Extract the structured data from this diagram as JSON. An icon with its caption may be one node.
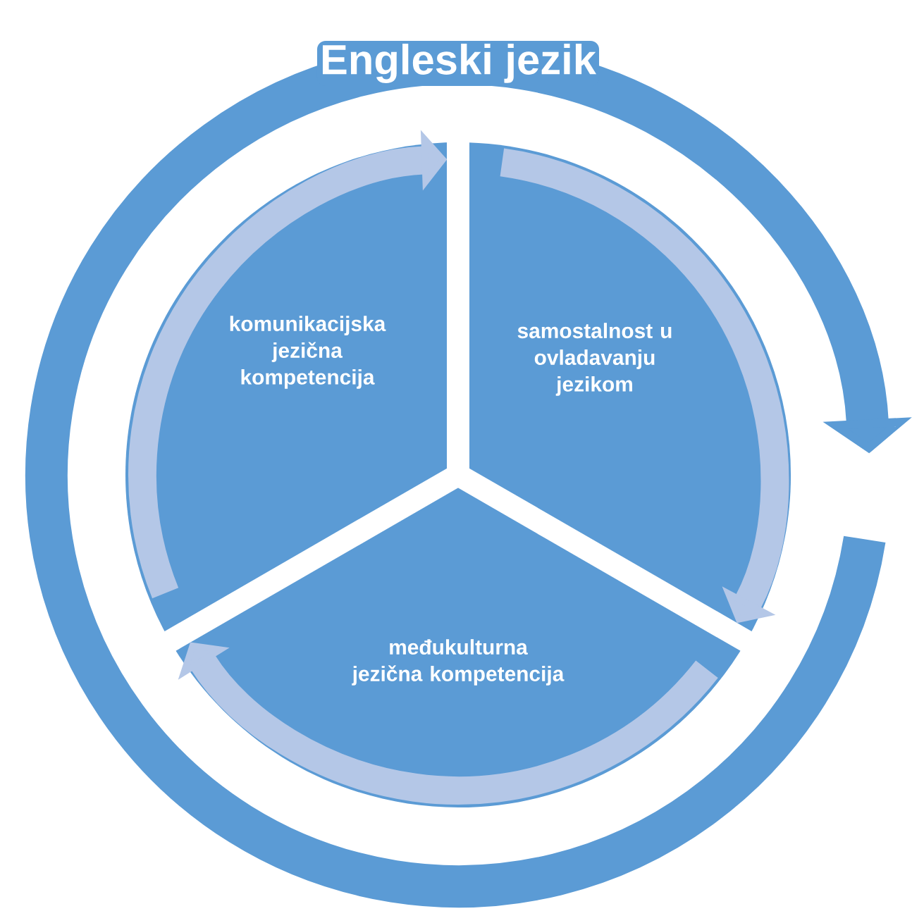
{
  "diagram": {
    "title": "Engleski jezik",
    "nodes": [
      {
        "text": [
          "komunikacijska jezična kompetencija"
        ]
      },
      {
        "text": [
          "samostalnost u ovladavanju jezikom"
        ]
      },
      {
        "text": [
          "međukulturna jezična kompetencija"
        ]
      }
    ],
    "edges": [
      {
        "from": 0,
        "to": 1,
        "arrow": "to"
      },
      {
        "from": 1,
        "to": 2,
        "arrow": "to"
      },
      {
        "from": 2,
        "to": 0,
        "arrow": "to"
      }
    ]
  }
}
